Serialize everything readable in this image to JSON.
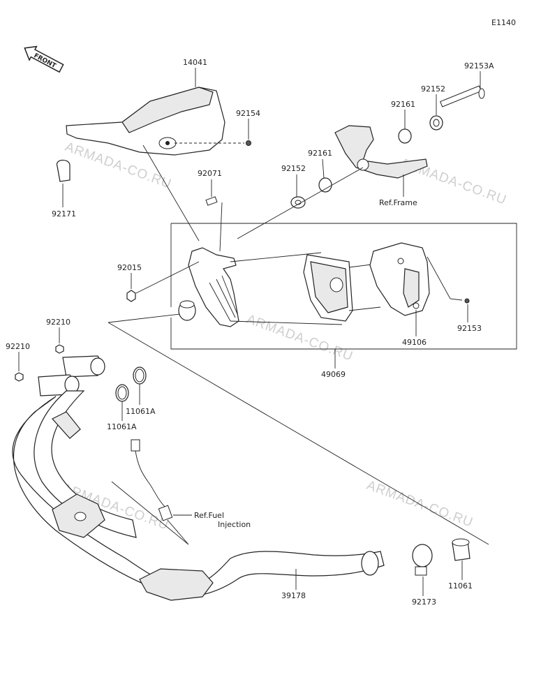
{
  "diagram_code": "E1140",
  "front_label": "FRONT",
  "watermarks": [
    "ARMADA-CO.RU",
    "ARMADA-CO.RU",
    "ARMADA-CO.RU",
    "ARMADA-CO.RU",
    "ARMADA-CO.RU"
  ],
  "parts": {
    "p14041": "14041",
    "p92154": "92154",
    "p92171": "92171",
    "p92071": "92071",
    "p92015": "92015",
    "p92153A": "92153A",
    "p92152_top": "92152",
    "p92161_top": "92161",
    "p92161_mid": "92161",
    "p92152_mid": "92152",
    "p92153": "92153",
    "p49106": "49106",
    "p49069": "49069",
    "p92210_a": "92210",
    "p92210_b": "92210",
    "p11061A_a": "11061A",
    "p11061A_b": "11061A",
    "p39178": "39178",
    "p92173": "92173",
    "p11061": "11061"
  },
  "references": {
    "frame": "Ref.Frame",
    "fuel_line1": "Ref.Fuel",
    "fuel_line2": "Injection"
  }
}
